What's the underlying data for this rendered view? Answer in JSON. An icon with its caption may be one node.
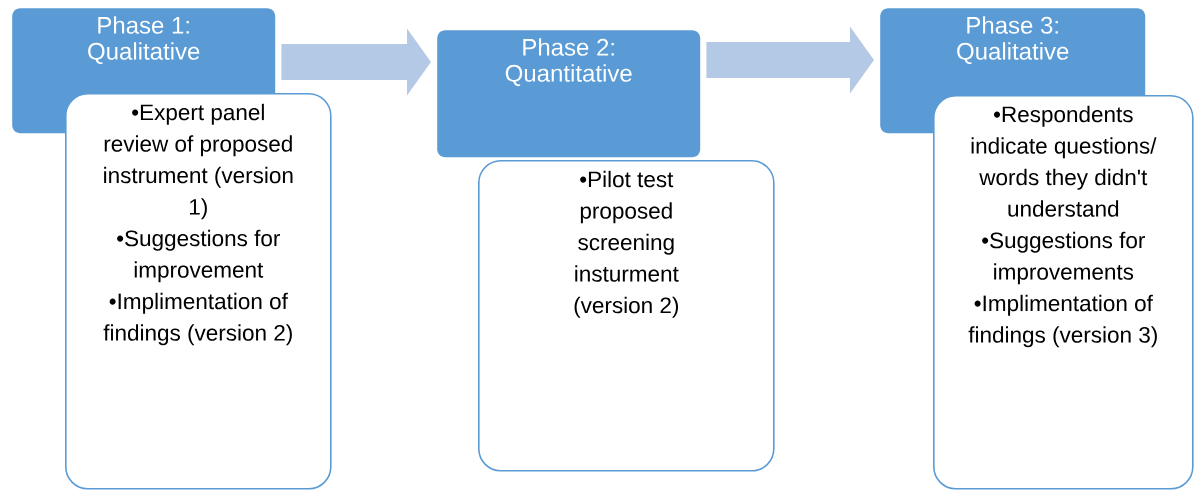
{
  "diagram": {
    "nodes": [
      {
        "text": [
          "Phase 1: Qualitative"
        ]
      },
      {
        "text": [
          "•Expert panel review of proposed instrument (version 1)",
          "•Suggestions for improvement",
          "•Implimentation of findings (version 2)"
        ]
      },
      {
        "text": [
          "Phase 2: Quantitative"
        ]
      },
      {
        "text": [
          "•Pilot test proposed screening insturment (version 2)"
        ]
      },
      {
        "text": [
          "Phase 3: Qualitative"
        ]
      },
      {
        "text": [
          "•Respondents indicate questions/ words they didn't understand",
          "•Suggestions for improvements",
          "•Implimentation of findings (version 3)"
        ]
      }
    ],
    "edges": [
      {
        "from": 0,
        "to": 2,
        "arrow": "to"
      },
      {
        "from": 2,
        "to": 4,
        "arrow": "to"
      }
    ]
  }
}
